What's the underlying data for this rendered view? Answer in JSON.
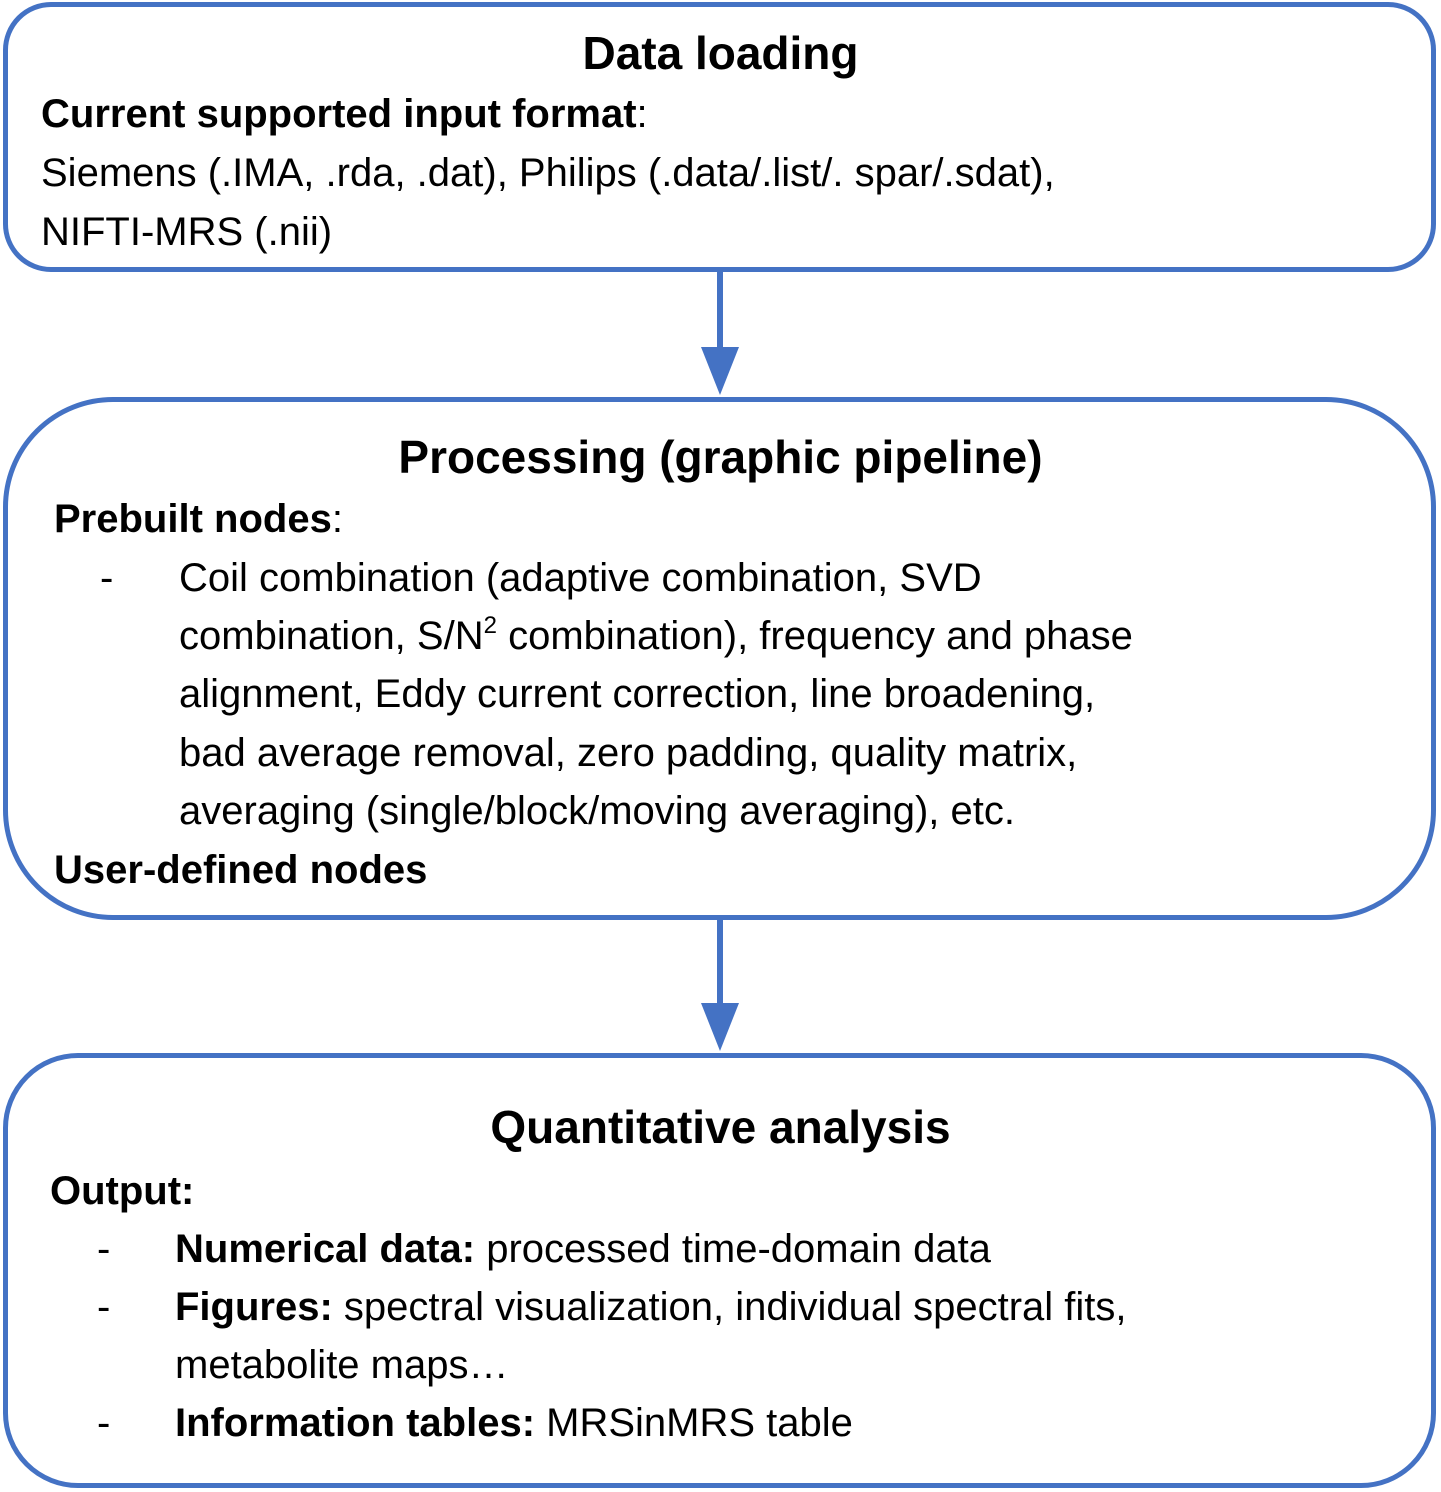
{
  "colors": {
    "accent": "#4472C4",
    "text": "#000000",
    "background": "#ffffff"
  },
  "box1": {
    "title": "Data loading",
    "label": "Current supported input format",
    "label_suffix": ":",
    "lines": [
      "Siemens (.IMA, .rda, .dat), Philips (.data/.list/. spar/.sdat),",
      "NIFTI-MRS (.nii)"
    ]
  },
  "box2": {
    "title": "Processing (graphic pipeline)",
    "label": "Prebuilt nodes",
    "label_suffix": ":",
    "bullet": "-",
    "item_lines": {
      "l1": "Coil combination (adaptive combination, SVD",
      "l2_pre": "combination, S/N",
      "l2_sup": "2",
      "l2_post": " combination), frequency and phase",
      "l3": "alignment, Eddy current correction, line broadening,",
      "l4": "bad average removal, zero padding, quality matrix,",
      "l5": "averaging (single/block/moving averaging), etc."
    },
    "label2": "User-defined nodes"
  },
  "box3": {
    "title": "Quantitative analysis",
    "label": "Output:",
    "bullet": "-",
    "items": [
      {
        "bold": "Numerical data:",
        "text": " processed time-domain data"
      },
      {
        "bold": "Figures:",
        "text": " spectral visualization, individual spectral fits,",
        "cont": "metabolite maps…"
      },
      {
        "bold": "Information tables:",
        "text": " MRSinMRS table"
      }
    ]
  }
}
